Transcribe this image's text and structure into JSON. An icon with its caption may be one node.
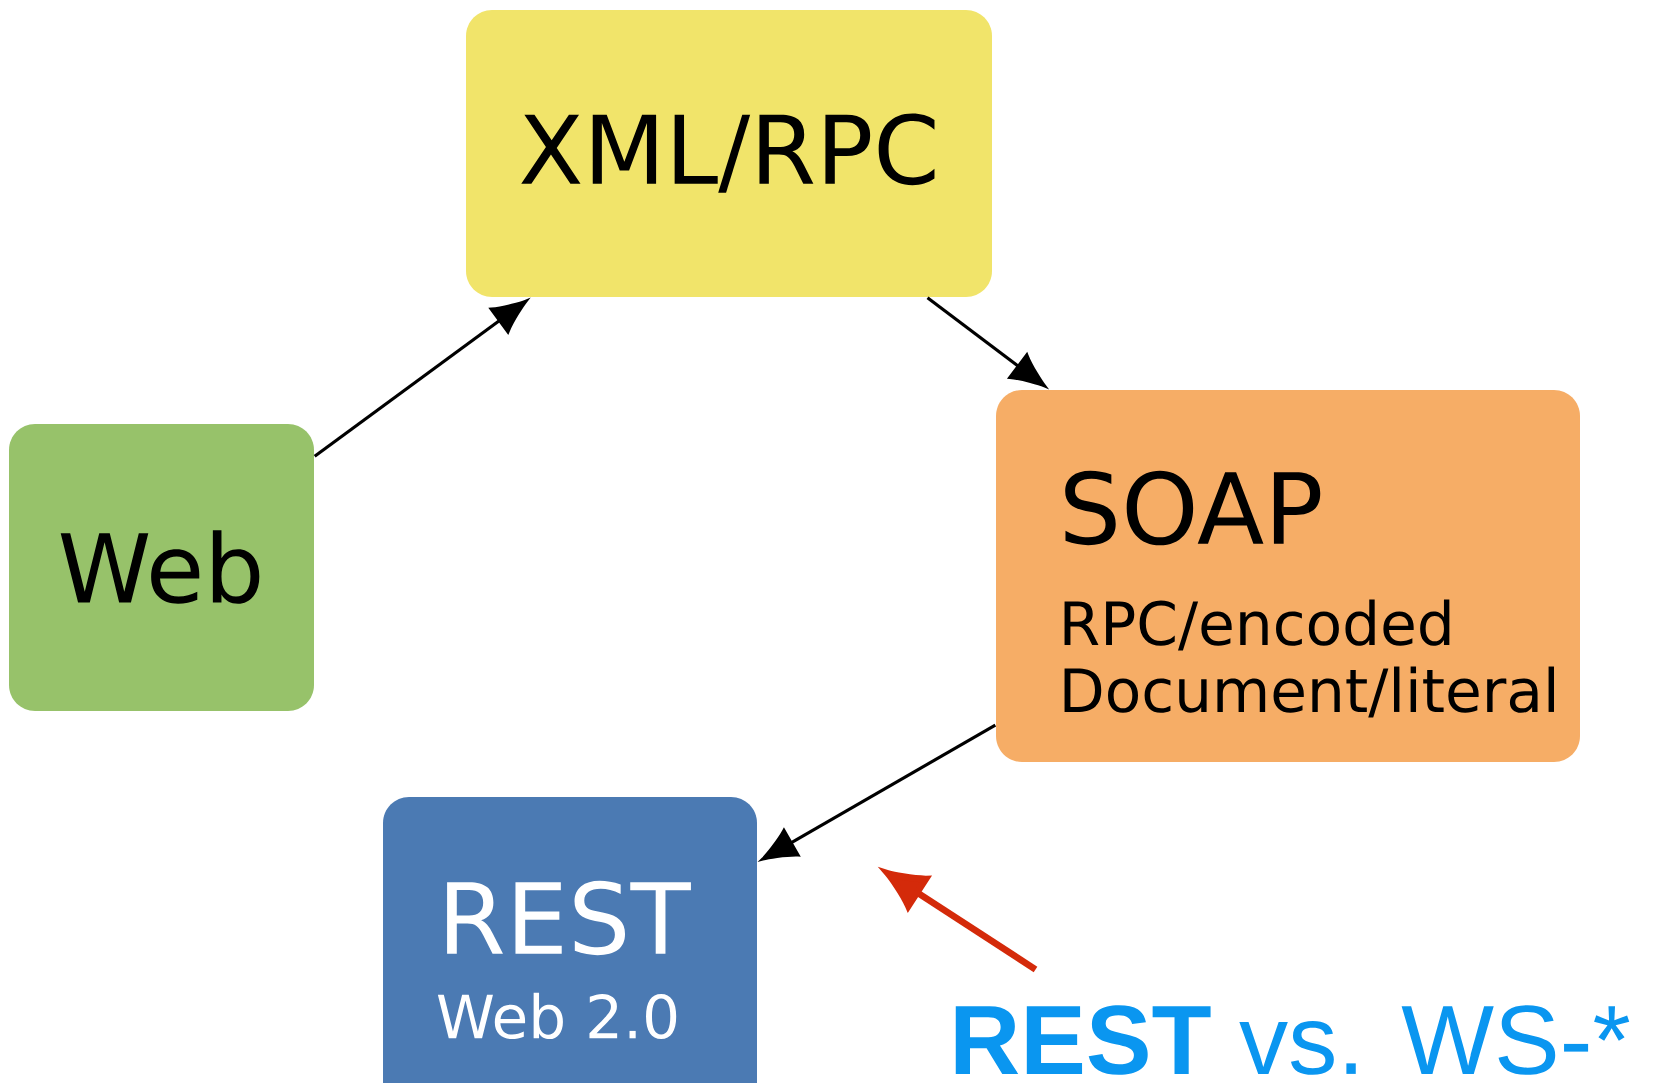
{
  "diagram": {
    "nodes": [
      {
        "text": [
          "XML/RPC"
        ]
      },
      {
        "text": [
          "Web"
        ]
      },
      {
        "text": [
          "SOAP",
          "RPC/encoded",
          "Document/literal"
        ]
      },
      {
        "text": [
          "REST",
          "Web 2.0"
        ]
      },
      {
        "text": [
          "**REST** vs. WS-*"
        ]
      }
    ],
    "edges": [
      {
        "from": 1,
        "to": 0,
        "arrow": "to"
      },
      {
        "from": 0,
        "to": 2,
        "arrow": "to"
      },
      {
        "from": 2,
        "to": 3,
        "arrow": "to"
      },
      {
        "from": 4,
        "to": null,
        "arrow": "to",
        "style": "thick",
        "color": "#d42a0a"
      }
    ]
  }
}
